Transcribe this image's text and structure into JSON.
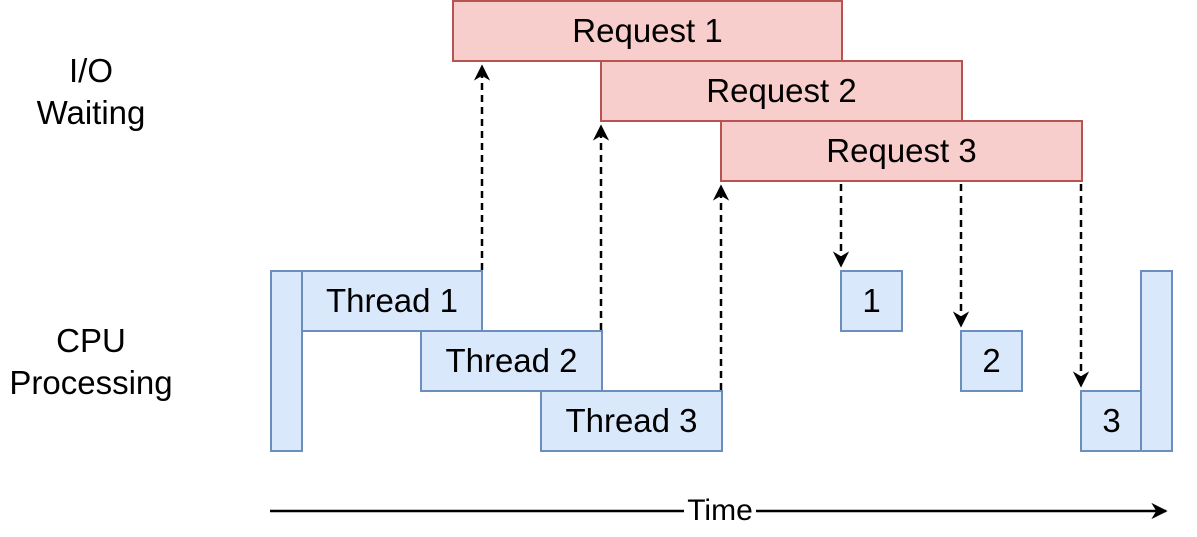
{
  "rows": {
    "io_label": "I/O\nWaiting",
    "cpu_label": "CPU\nProcessing"
  },
  "requests": [
    "Request 1",
    "Request 2",
    "Request 3"
  ],
  "threads": [
    "Thread 1",
    "Thread 2",
    "Thread 3"
  ],
  "completions": [
    "1",
    "2",
    "3"
  ],
  "axis": {
    "label": "Time"
  },
  "colors": {
    "request_fill": "#f8cecc",
    "request_stroke": "#b85450",
    "cpu_fill": "#dae8fc",
    "cpu_stroke": "#6c8ebf"
  }
}
